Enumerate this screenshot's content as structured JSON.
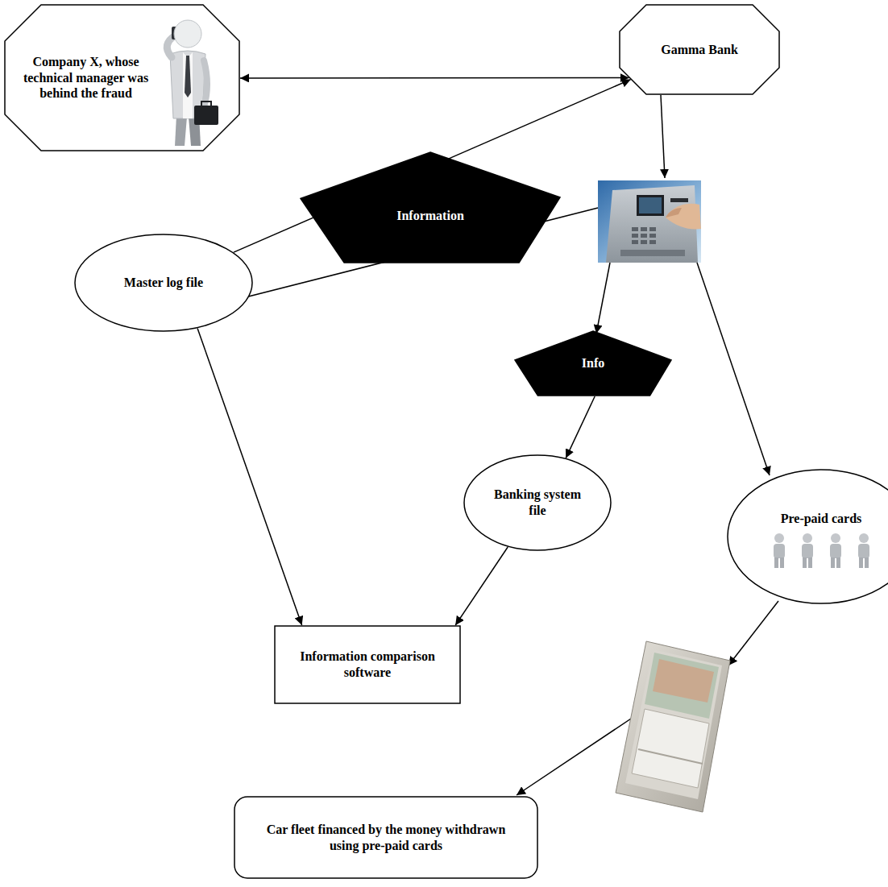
{
  "diagram": {
    "nodes": [
      {
        "text": [
          "Company X, whose technical manager was behind the fraud"
        ]
      },
      {
        "text": [
          "Gamma Bank"
        ]
      },
      {
        "text": [
          "Information"
        ]
      },
      {
        "text": [
          "Master log file"
        ]
      },
      {
        "text": [
          "Info"
        ]
      },
      {
        "text": [
          "Banking system file"
        ]
      },
      {
        "text": [
          "Pre-paid cards"
        ]
      },
      {
        "text": [
          "Information comparison software"
        ]
      },
      {
        "text": [
          "Car fleet financed by the money withdrawn using pre-paid cards"
        ]
      }
    ],
    "edges": [
      {
        "from": 0,
        "to": 1,
        "arrow": "both"
      },
      {
        "from": 3,
        "to": 1,
        "arrow": "to"
      },
      {
        "from": 4,
        "to": 5,
        "arrow": "to"
      },
      {
        "from": 3,
        "to": 7,
        "arrow": "to"
      },
      {
        "from": 5,
        "to": 7,
        "arrow": "to"
      }
    ]
  }
}
